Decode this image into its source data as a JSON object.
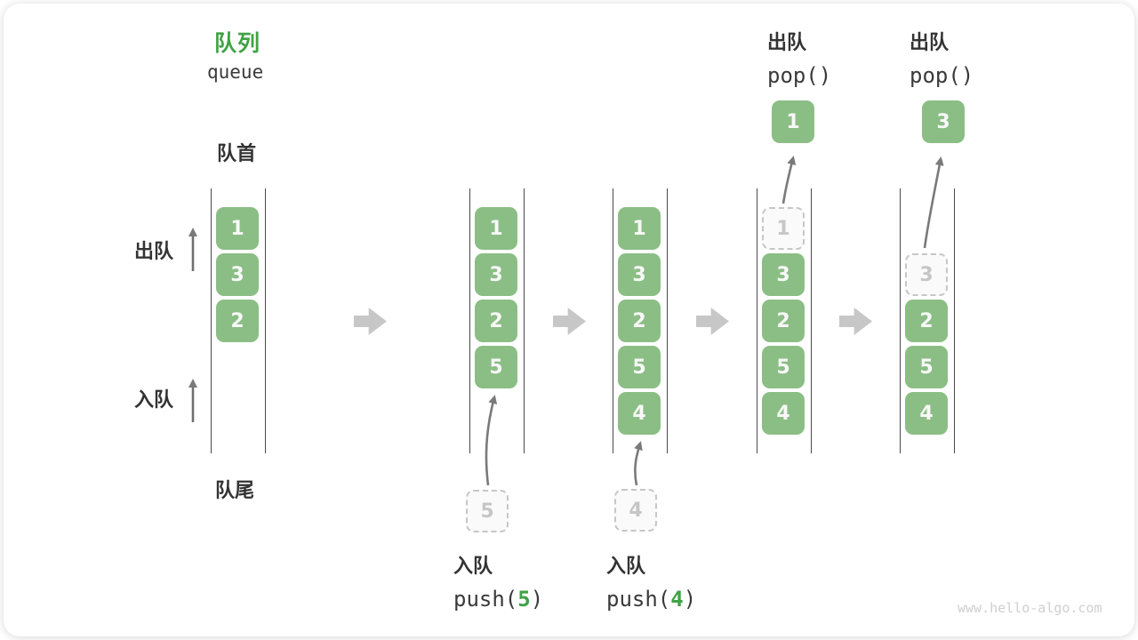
{
  "title": {
    "zh": "队列",
    "en": "queue"
  },
  "labels": {
    "front": "队首",
    "rear": "队尾",
    "dequeue": "出队",
    "enqueue": "入队"
  },
  "operations": {
    "push5": {
      "label": "入队",
      "fn": "push(",
      "arg": "5",
      "close": ")"
    },
    "push4": {
      "label": "入队",
      "fn": "push(",
      "arg": "4",
      "close": ")"
    },
    "pop1": {
      "label": "出队",
      "code": "pop()"
    },
    "pop2": {
      "label": "出队",
      "code": "pop()"
    }
  },
  "states": [
    {
      "boxes": [
        "1",
        "3",
        "2"
      ]
    },
    {
      "boxes": [
        "1",
        "3",
        "2",
        "5"
      ],
      "pending": "5"
    },
    {
      "boxes": [
        "1",
        "3",
        "2",
        "5",
        "4"
      ],
      "pending": "4"
    },
    {
      "ghost": "1",
      "boxes": [
        "3",
        "2",
        "5",
        "4"
      ],
      "popped": "1"
    },
    {
      "ghost": "3",
      "boxes": [
        "2",
        "5",
        "4"
      ],
      "popped": "3"
    }
  ],
  "watermark": "www.hello-algo.com",
  "colors": {
    "accent_green": "#3FA344",
    "box_green": "#8BBE85",
    "box_text": "#F8F8F8",
    "ghost_gray": "#C6C6C6",
    "channel_line": "#4A4A4A",
    "flow_arrow_gray": "#C7C7C7",
    "curve_arrow_gray": "#7A7A7A",
    "text_dark": "#333333",
    "watermark_gray": "#CFCFCF"
  }
}
